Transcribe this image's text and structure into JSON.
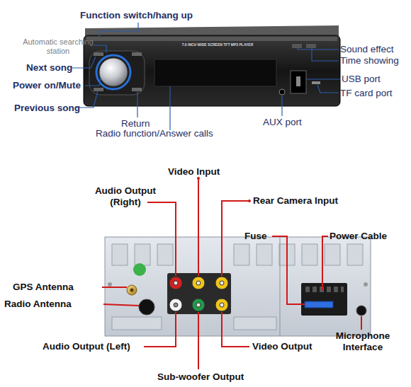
{
  "diagram": {
    "labels": [
      "Function switch/hang up",
      "Automatic searching station",
      "Next song",
      "Power on/Mute",
      "Previous song",
      "Return",
      "Radio function/Answer calls",
      "AUX port",
      "Sound effect",
      "Time showing",
      "USB port",
      "TF card port",
      "7.0 INCH WIDE SCREEN TFT MP3 PLAYER",
      "Video Input",
      "Audio Output (Right)",
      "Rear Camera Input",
      "Fuse",
      "Power Cable",
      "GPS Antenna",
      "Radio Antenna",
      "Microphone Interface",
      "Audio Output (Left)",
      "Video Output",
      "Sub-woofer Output"
    ]
  }
}
